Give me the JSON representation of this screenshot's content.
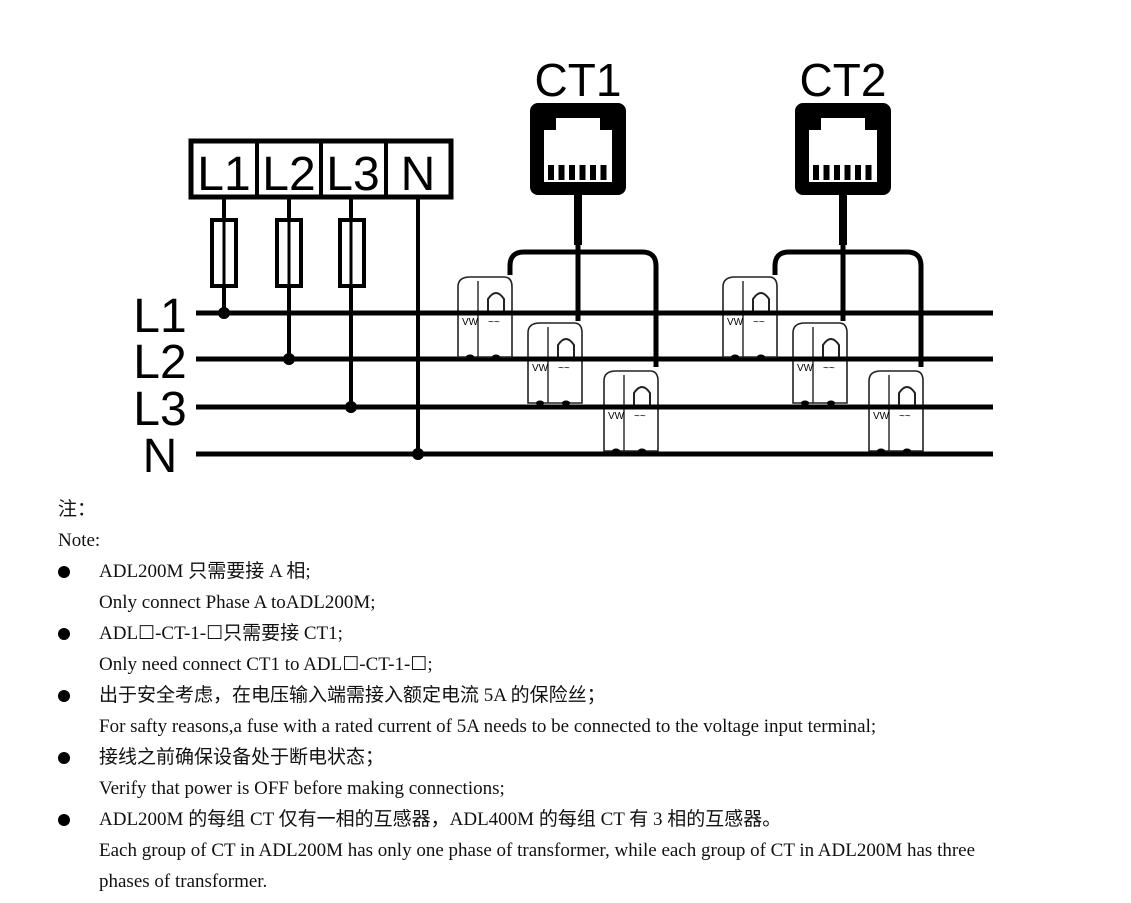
{
  "diagram": {
    "terminal_block": [
      "L1",
      "L2",
      "L3",
      "N"
    ],
    "bus_lines": [
      "L1",
      "L2",
      "L3",
      "N"
    ],
    "ct_groups": [
      {
        "label": "CT1",
        "sensors": 3
      },
      {
        "label": "CT2",
        "sensors": 3
      }
    ],
    "fuse_count": 3
  },
  "notes": {
    "heading_cn": "注：",
    "heading_en": "Note:",
    "items": [
      {
        "cn": "ADL200M 只需要接 A 相;",
        "en": "Only connect Phase A toADL200M;"
      },
      {
        "cn": "ADL☐-CT-1-☐只需要接 CT1;",
        "en": "Only need connect CT1 to ADL☐-CT-1-☐;"
      },
      {
        "cn": "出于安全考虑，在电压输入端需接入额定电流 5A 的保险丝；",
        "en": "For safty reasons,a fuse with a rated current of 5A needs to be connected to the voltage input terminal;"
      },
      {
        "cn": "接线之前确保设备处于断电状态；",
        "en": "Verify that power is OFF before making connections;"
      },
      {
        "cn": "ADL200M 的每组 CT 仅有一相的互感器，ADL400M 的每组 CT 有 3 相的互感器。",
        "en": "Each group of CT in ADL200M has only one phase of transformer, while each group of CT in ADL200M has three",
        "en_cont": "phases of transformer."
      }
    ]
  }
}
